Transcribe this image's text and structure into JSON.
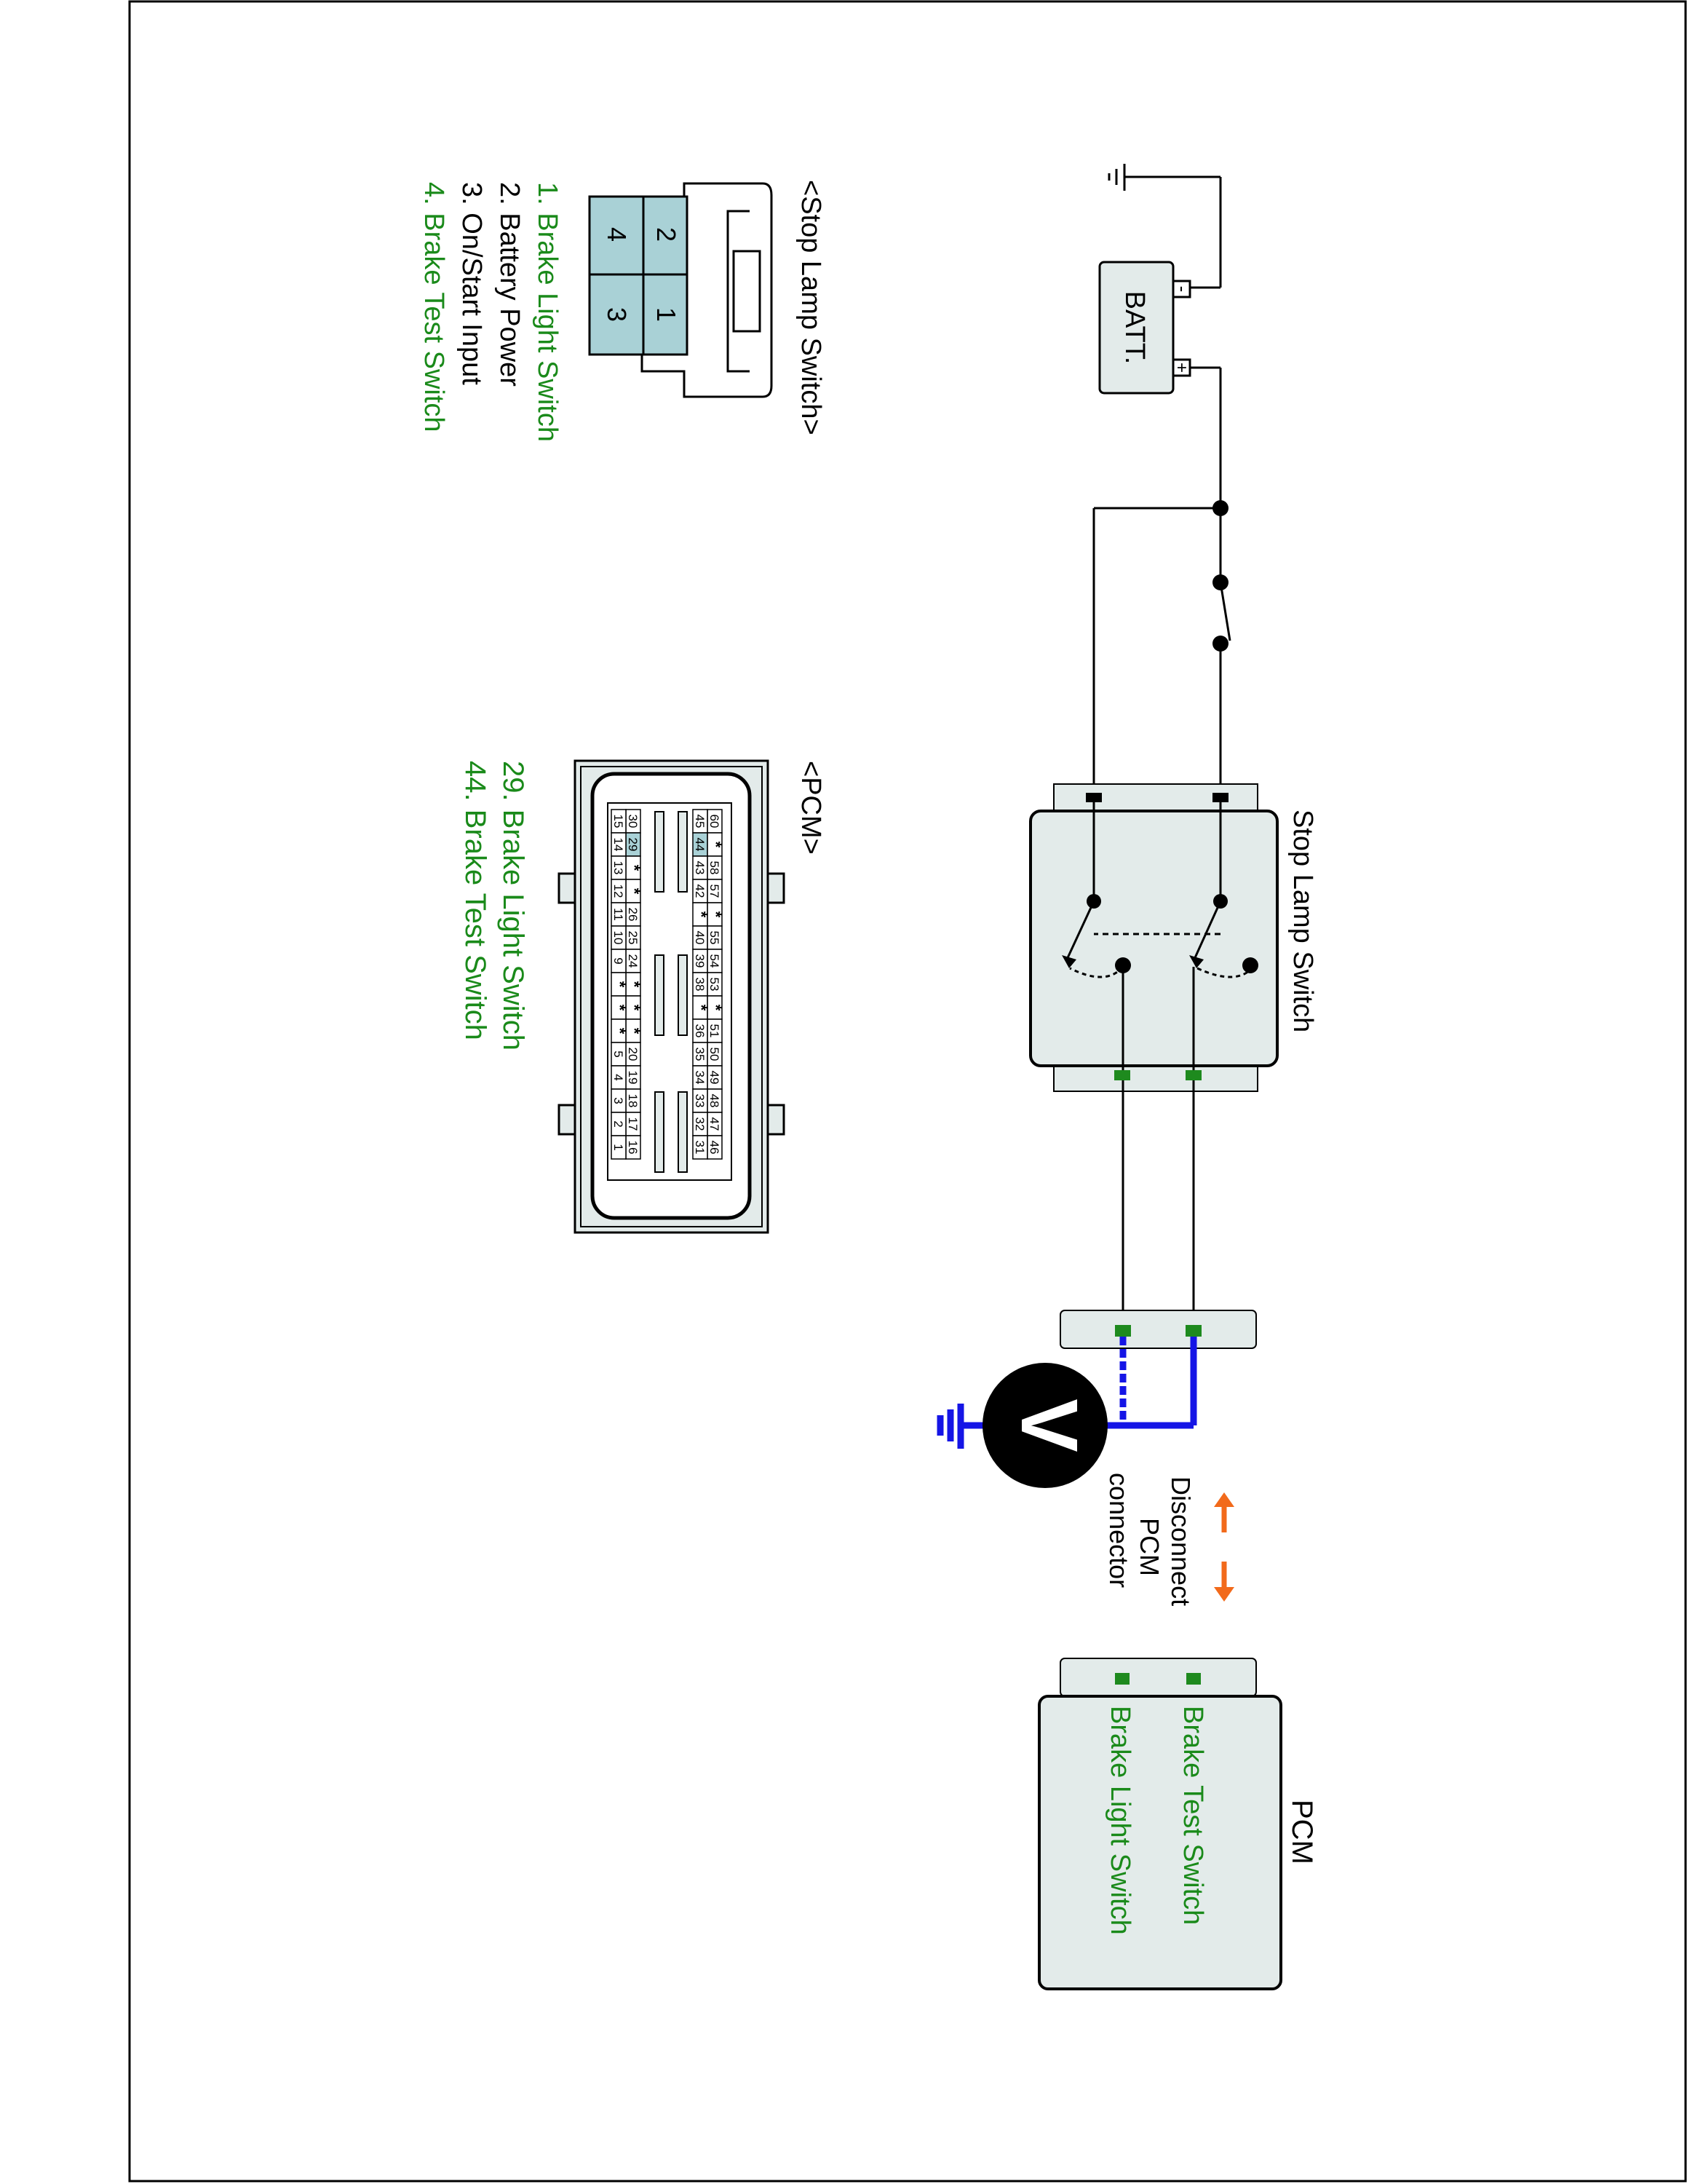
{
  "components": {
    "battery": {
      "label": "BATT.",
      "minus": "-",
      "plus": "+"
    },
    "stop_lamp_switch": {
      "label": "Stop Lamp Switch"
    },
    "pcm": {
      "label": "PCM",
      "pin_upper": "Brake Test Switch",
      "pin_lower": "Brake Light Switch"
    },
    "meter": {
      "label": "V"
    }
  },
  "instruction": {
    "line1": "Disconnect",
    "line2": "PCM",
    "line3": "connector"
  },
  "stop_lamp_connector": {
    "title": "<Stop Lamp Switch>",
    "cells": [
      "2",
      "1",
      "4",
      "3"
    ],
    "legend": [
      {
        "text": "1. Brake Light Switch",
        "color": "#1a8a1a"
      },
      {
        "text": "2. Battery Power",
        "color": "#000000"
      },
      {
        "text": "3. On/Start Input",
        "color": "#000000"
      },
      {
        "text": "4. Brake Test Switch",
        "color": "#1a8a1a"
      }
    ]
  },
  "pcm_connector": {
    "title": "<PCM>",
    "rows": [
      [
        "60",
        "*",
        "58",
        "57",
        "*",
        "55",
        "54",
        "53",
        "*",
        "51",
        "50",
        "49",
        "48",
        "47",
        "46"
      ],
      [
        "45",
        "44",
        "43",
        "42",
        "*",
        "40",
        "39",
        "38",
        "*",
        "36",
        "35",
        "34",
        "33",
        "32",
        "31"
      ],
      [
        "30",
        "29",
        "*",
        "*",
        "26",
        "25",
        "24",
        "*",
        "*",
        "*",
        "20",
        "19",
        "18",
        "17",
        "16"
      ],
      [
        "15",
        "14",
        "13",
        "12",
        "11",
        "10",
        "9",
        "*",
        "*",
        "*",
        "5",
        "4",
        "3",
        "2",
        "1"
      ]
    ],
    "highlight": [
      "29",
      "44"
    ],
    "legend": [
      {
        "text": "29. Brake Light Switch",
        "color": "#1a8a1a"
      },
      {
        "text": "44. Brake Test Switch",
        "color": "#1a8a1a"
      }
    ]
  },
  "colors": {
    "wire": "#000000",
    "probe": "#1515e6",
    "terminal": "#1e8a1e",
    "component_fill": "#e3ebea",
    "connector_cell": "#a9d1d6",
    "arrow": "#f26a1b",
    "label_green": "#1a8a1a"
  }
}
